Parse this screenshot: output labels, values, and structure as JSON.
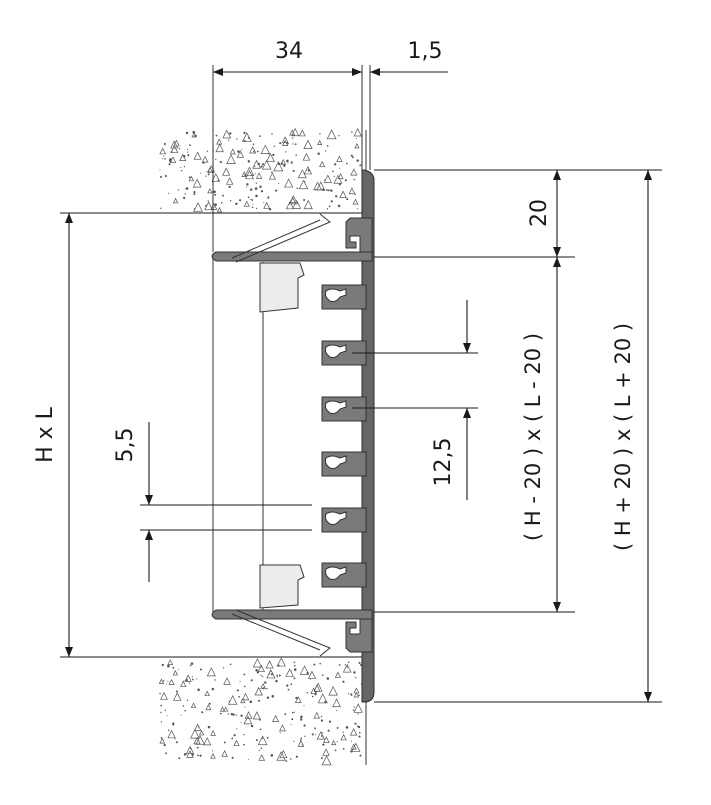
{
  "dimensions": {
    "depth": "34",
    "flange": "1,5",
    "rim": "20",
    "size": "H x L",
    "blade_thickness": "5,5",
    "blade_pitch": "12,5",
    "inner": "( H - 20 ) x ( L - 20 )",
    "outer": "( H + 20 ) x ( L + 20 )"
  },
  "colors": {
    "profile": "#7a7a7a",
    "line": "#1a1a1a",
    "wall_speckle": "#555555"
  }
}
